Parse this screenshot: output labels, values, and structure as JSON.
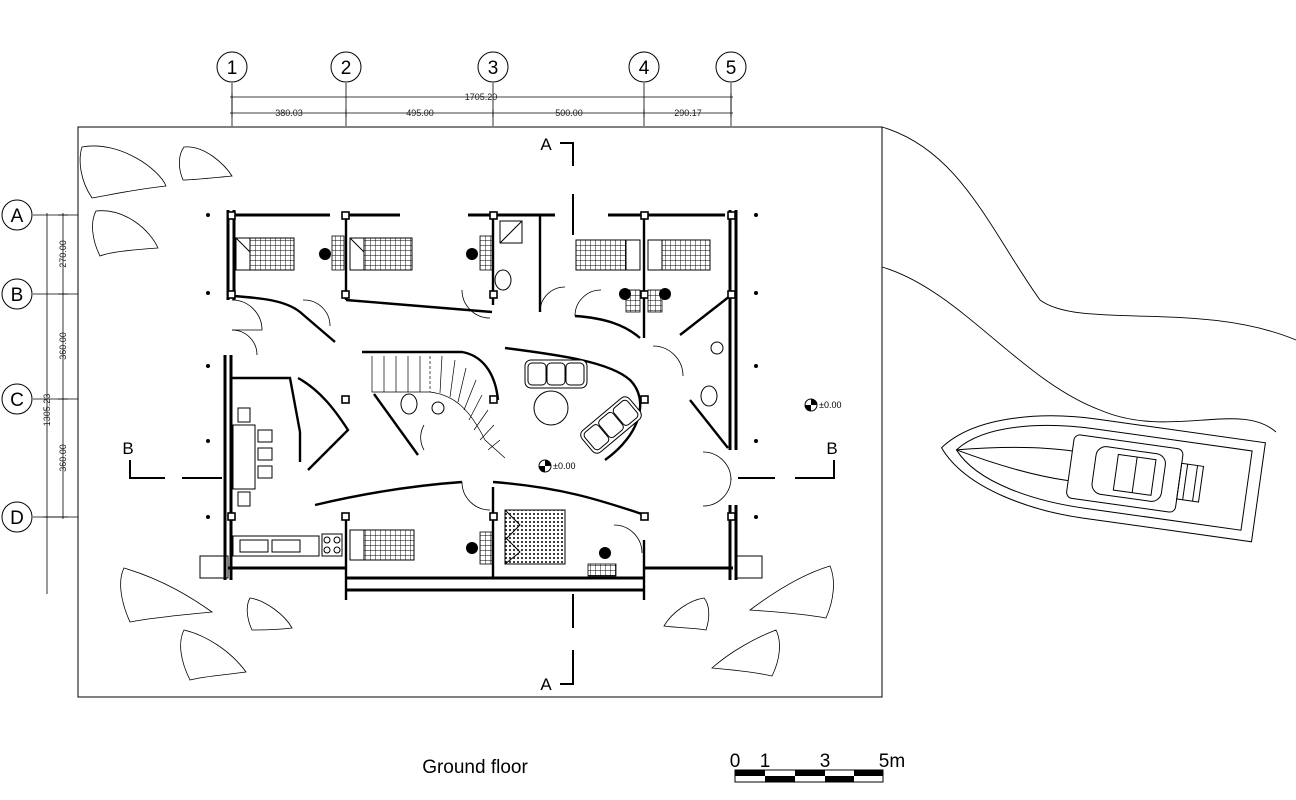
{
  "title": "Ground floor",
  "grid_columns": [
    "1",
    "2",
    "3",
    "4",
    "5"
  ],
  "grid_rows": [
    "A",
    "B",
    "C",
    "D"
  ],
  "dimensions": {
    "overall_horizontal": "1705.20",
    "horizontal": [
      "380.03",
      "495.00",
      "500.00",
      "290.17"
    ],
    "overall_vertical": "1305.23",
    "vertical": [
      "270.00",
      "360.00",
      "360.00"
    ]
  },
  "sections": {
    "a_top": "A",
    "a_bottom": "A",
    "b_left": "B",
    "b_right": "B"
  },
  "levels": {
    "interior": "±0.00",
    "exterior": "±0.00"
  },
  "scale_bar": {
    "labels": [
      "0",
      "1",
      "3",
      "5m"
    ]
  }
}
